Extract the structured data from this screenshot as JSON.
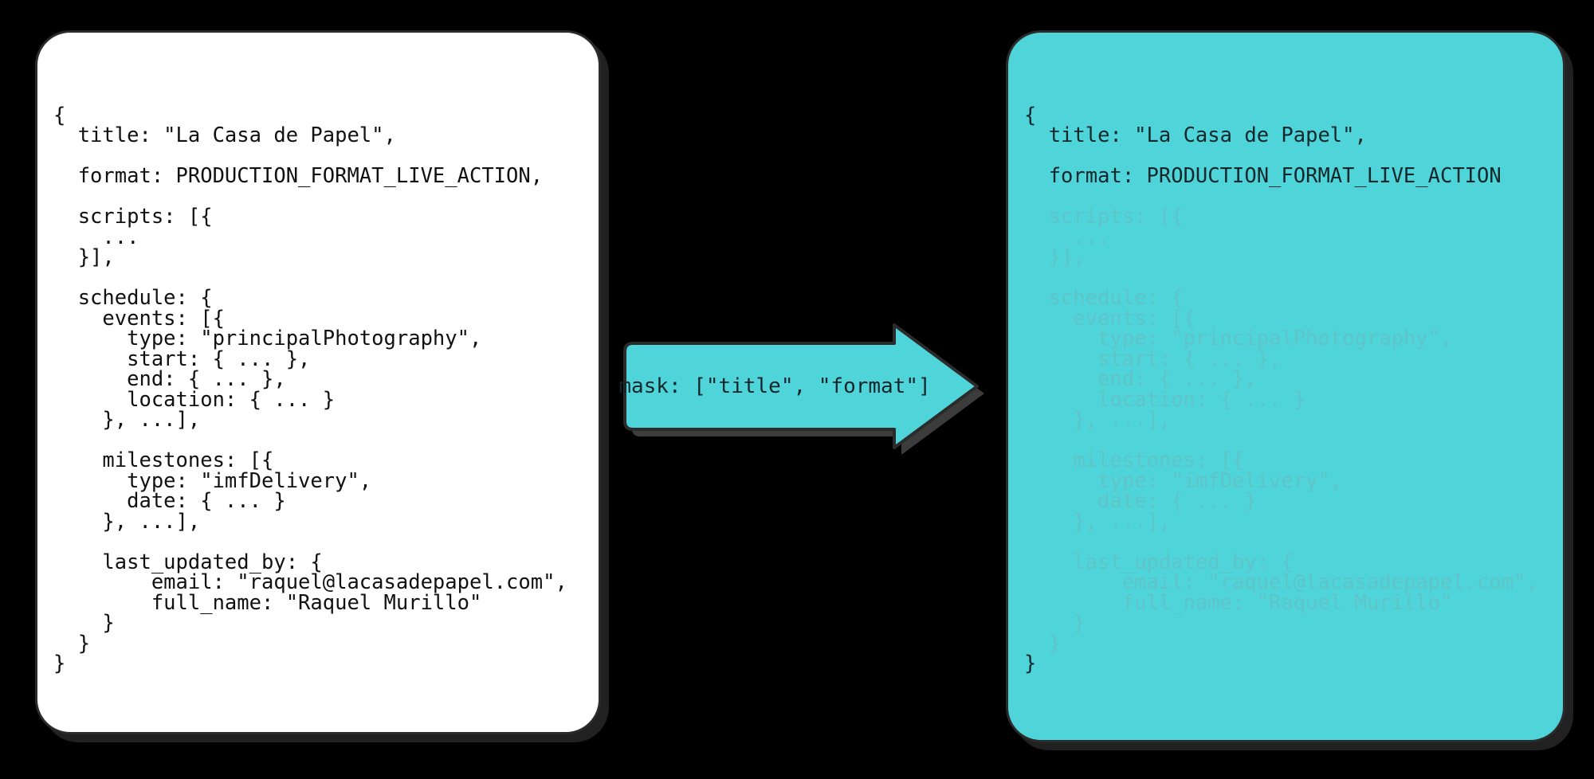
{
  "diagram": {
    "type": "masking-transformation",
    "background_color": "#000000",
    "accent_color": "#4fd4da",
    "source_card_color": "#ffffff",
    "outline_color": "#2b2b2b"
  },
  "source_panel": {
    "name": "source-record",
    "background": "#ffffff",
    "text_color": "#111111",
    "lines": [
      "{",
      "  title: \"La Casa de Papel\",",
      "",
      "  format: PRODUCTION_FORMAT_LIVE_ACTION,",
      "",
      "  scripts: [{",
      "    ...",
      "  }],",
      "",
      "  schedule: {",
      "    events: [{",
      "      type: \"principalPhotography\",",
      "      start: { ... },",
      "      end: { ... },",
      "      location: { ... }",
      "    }, ...],",
      "",
      "    milestones: [{",
      "      type: \"imfDelivery\",",
      "      date: { ... }",
      "    }, ...],",
      "",
      "    last_updated_by: {",
      "        email: \"raquel@lacasadepapel.com\",",
      "        full_name: \"Raquel Murillo\"",
      "    }",
      "  }",
      "}"
    ]
  },
  "arrow": {
    "name": "mask-arrow",
    "label": "mask: [\"title\", \"format\"]",
    "fill": "#4fd4da",
    "stroke": "#2b2b2b",
    "direction": "right",
    "mask_fields": [
      "title",
      "format"
    ]
  },
  "masked_panel": {
    "name": "masked-record",
    "background": "#4fd4da",
    "kept_text_color": "#12282b",
    "masked_text_color": "#5fc4c8",
    "lines": [
      {
        "text": "{",
        "state": "kept"
      },
      {
        "text": "  title: \"La Casa de Papel\",",
        "state": "kept"
      },
      {
        "text": "",
        "state": "kept"
      },
      {
        "text": "  format: PRODUCTION_FORMAT_LIVE_ACTION",
        "state": "kept"
      },
      {
        "text": "",
        "state": "kept"
      },
      {
        "text": "  scripts: [{",
        "state": "masked"
      },
      {
        "text": "    ...",
        "state": "masked"
      },
      {
        "text": "  }],",
        "state": "masked"
      },
      {
        "text": "",
        "state": "masked"
      },
      {
        "text": "  schedule: {",
        "state": "masked"
      },
      {
        "text": "    events: [{",
        "state": "masked"
      },
      {
        "text": "      type: \"principalPhotography\",",
        "state": "masked"
      },
      {
        "text": "      start: { ... },",
        "state": "masked"
      },
      {
        "text": "      end: { ... },",
        "state": "masked"
      },
      {
        "text": "      location: { ... }",
        "state": "masked"
      },
      {
        "text": "    }, ...],",
        "state": "masked"
      },
      {
        "text": "",
        "state": "masked"
      },
      {
        "text": "    milestones: [{",
        "state": "masked"
      },
      {
        "text": "      type: \"imfDelivery\",",
        "state": "masked"
      },
      {
        "text": "      date: { ... }",
        "state": "masked"
      },
      {
        "text": "    }, ...],",
        "state": "masked"
      },
      {
        "text": "",
        "state": "masked"
      },
      {
        "text": "    last_updated_by: {",
        "state": "masked"
      },
      {
        "text": "        email: \"raquel@lacasadepapel.com\",",
        "state": "masked"
      },
      {
        "text": "        full_name: \"Raquel Murillo\"",
        "state": "masked"
      },
      {
        "text": "    }",
        "state": "masked"
      },
      {
        "text": "  }",
        "state": "masked"
      },
      {
        "text": "}",
        "state": "kept"
      }
    ]
  }
}
